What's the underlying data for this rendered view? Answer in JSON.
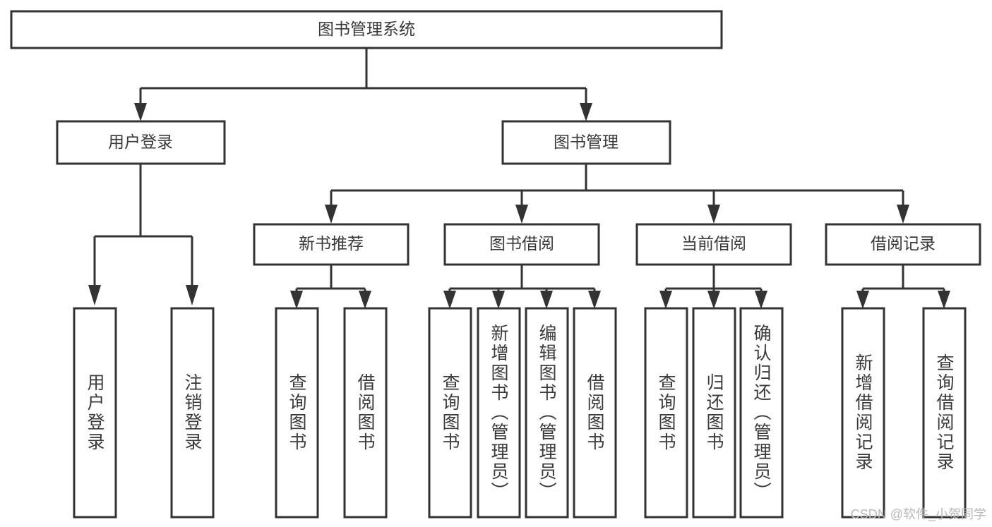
{
  "diagram": {
    "type": "tree",
    "title": "图书管理系统",
    "watermark": "CSDN @软件_小贺同学",
    "levels": {
      "root": {
        "id": "root",
        "label": "图书管理系统",
        "orientation": "horizontal"
      },
      "level2": [
        {
          "id": "user-login",
          "label": "用户登录",
          "orientation": "horizontal"
        },
        {
          "id": "book-manage",
          "label": "图书管理",
          "orientation": "horizontal"
        }
      ],
      "level3": [
        {
          "id": "new-book-recommend",
          "label": "新书推荐",
          "parent": "book-manage",
          "orientation": "horizontal"
        },
        {
          "id": "book-borrow",
          "label": "图书借阅",
          "parent": "book-manage",
          "orientation": "horizontal"
        },
        {
          "id": "current-borrow",
          "label": "当前借阅",
          "parent": "book-manage",
          "orientation": "horizontal"
        },
        {
          "id": "borrow-record",
          "label": "借阅记录",
          "parent": "book-manage",
          "orientation": "horizontal"
        }
      ],
      "leaves": [
        {
          "id": "leaf-user-login",
          "label": "用户登录",
          "parent": "user-login",
          "orientation": "vertical"
        },
        {
          "id": "leaf-logout",
          "label": "注销登录",
          "parent": "user-login",
          "orientation": "vertical"
        },
        {
          "id": "leaf-query-book-1",
          "label": "查询图书",
          "parent": "new-book-recommend",
          "orientation": "vertical"
        },
        {
          "id": "leaf-borrow-book-1",
          "label": "借阅图书",
          "parent": "new-book-recommend",
          "orientation": "vertical"
        },
        {
          "id": "leaf-query-book-2",
          "label": "查询图书",
          "parent": "book-borrow",
          "orientation": "vertical"
        },
        {
          "id": "leaf-add-book",
          "label": "新增图书（管理员）",
          "parent": "book-borrow",
          "orientation": "vertical"
        },
        {
          "id": "leaf-edit-book",
          "label": "编辑图书（管理员）",
          "parent": "book-borrow",
          "orientation": "vertical"
        },
        {
          "id": "leaf-borrow-book-2",
          "label": "借阅图书",
          "parent": "book-borrow",
          "orientation": "vertical"
        },
        {
          "id": "leaf-query-book-3",
          "label": "查询图书",
          "parent": "current-borrow",
          "orientation": "vertical"
        },
        {
          "id": "leaf-return-book",
          "label": "归还图书",
          "parent": "current-borrow",
          "orientation": "vertical"
        },
        {
          "id": "leaf-confirm-return",
          "label": "确认归还（管理员）",
          "parent": "current-borrow",
          "orientation": "vertical"
        },
        {
          "id": "leaf-add-record",
          "label": "新增借阅记录",
          "parent": "borrow-record",
          "orientation": "vertical"
        },
        {
          "id": "leaf-query-record",
          "label": "查询借阅记录",
          "parent": "borrow-record",
          "orientation": "vertical"
        }
      ]
    },
    "colors": {
      "box_stroke": "#333333",
      "box_fill": "#ffffff",
      "text": "#3a3a3a",
      "connector": "#333333",
      "watermark": "#b9b9b9",
      "background": "#ffffff"
    }
  }
}
